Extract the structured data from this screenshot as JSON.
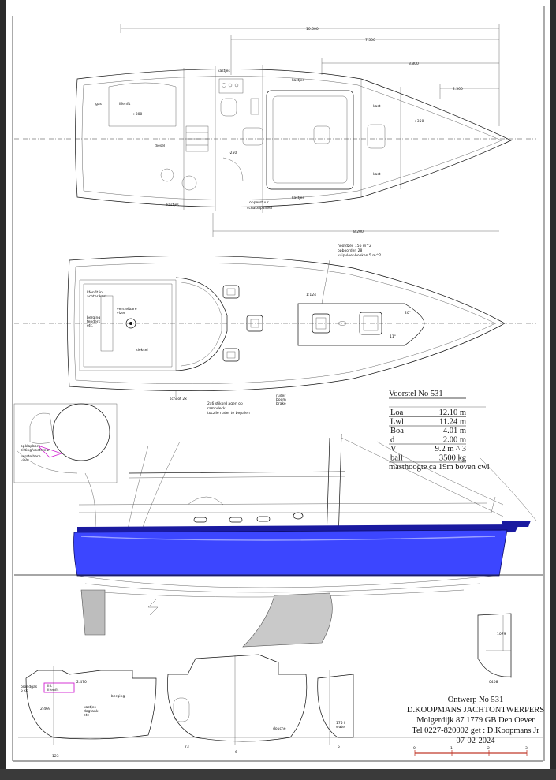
{
  "dimensions": {
    "d1": "10.500",
    "d2": "7.500",
    "d3": "3.800",
    "d4": "2.500",
    "d5": "8.200"
  },
  "accommodation": {
    "kastjes_a": "kastjes",
    "kastjes_b": "kastjes",
    "kastjes_c": "kastjes",
    "kastjes_d": "kastjes",
    "gas": "gas",
    "lifenfit": "lifenfit",
    "lvl_aft": "+800",
    "kast_a": "kast",
    "kast_b": "kast",
    "lvl_fwd": "+350",
    "diesel": "diesel",
    "lvl_mid": "-250",
    "opperstuur": "opperstuur",
    "schakelpaneel": "schakelpaneel"
  },
  "deck": {
    "sail_info_1": "hoofdzeil 156 m^2",
    "sail_info_2": "opboorden 28",
    "sail_info_3": "kuipvloer-boeken 5 m^2",
    "lifenfit_note_1": "lifenfit in",
    "lifenfit_note_2": "achter kast",
    "verstelbare_1": "verstelbare",
    "verstelbare_2": "vizer",
    "berging_1": "berging",
    "berging_2": "fenders",
    "berging_3": "etc.",
    "deksel": "deksel",
    "schoot": "schoot 2x",
    "tacking_1": "2x6 stikord agen op",
    "tacking_2": "rampdeck",
    "tacking_3": "toczile ruder te bepalen",
    "rail_1": "ruder",
    "rail_2": "boom",
    "rail_3": "brake",
    "angle_1": "20°",
    "angle_2": "11°",
    "stay_label": "1:124"
  },
  "detail": {
    "label_1": "opklapbare",
    "label_2": "zitting/voetsteun",
    "label_3": "verstelbare",
    "label_4": "vizer"
  },
  "spec_table": {
    "title": "Voorstel No 531",
    "rows": [
      {
        "label": "Loa",
        "value": "12.10 m"
      },
      {
        "label": "Lwl",
        "value": "11.24 m"
      },
      {
        "label": "Boa",
        "value": "4.01 m"
      },
      {
        "label": "d",
        "value": "2.00 m"
      },
      {
        "label": "V",
        "value": "9.2 m ^ 3"
      },
      {
        "label": "ball",
        "value": "3500 kg"
      }
    ],
    "note": "masthoogte ca 19m boven cwl"
  },
  "stern_detail": {
    "dim_a": "1079",
    "dim_b": "0408"
  },
  "sections": {
    "s1_label_1": "brandgas",
    "s1_label_2": "5 kg",
    "s1_label_3": "2.470",
    "s1_label_4": "lift",
    "s1_label_5": "lifenfit",
    "s1_label_6": "berging",
    "s1_label_7": "2.469",
    "s1_label_8": "kastjes",
    "s1_label_9": "dagtank",
    "s1_label_10": "etc",
    "s1_station": "123",
    "s2_station": "73",
    "s2_label": "douche",
    "s2_station_b": "6",
    "s3_label_1": "175 l",
    "s3_label_2": "water",
    "s3_station": "5"
  },
  "title_block": {
    "line1": "Ontwerp No 531",
    "line2": "D.KOOPMANS JACHTONTWERPERS",
    "line3": "Molgerdijk 87 1779 GB Den Oever",
    "line4": "Tel 0227-820002 get : D.Koopmans Jr",
    "line5": "07-02-2024"
  },
  "scale_bar": {
    "t0": "0",
    "t1": "1",
    "t2": "2",
    "t3": "3"
  },
  "colors": {
    "hull_blue": "#3c46ff",
    "hull_stripe": "#1a1aa0",
    "magenta": "#d21fd2",
    "scale_red": "#c0392b"
  }
}
